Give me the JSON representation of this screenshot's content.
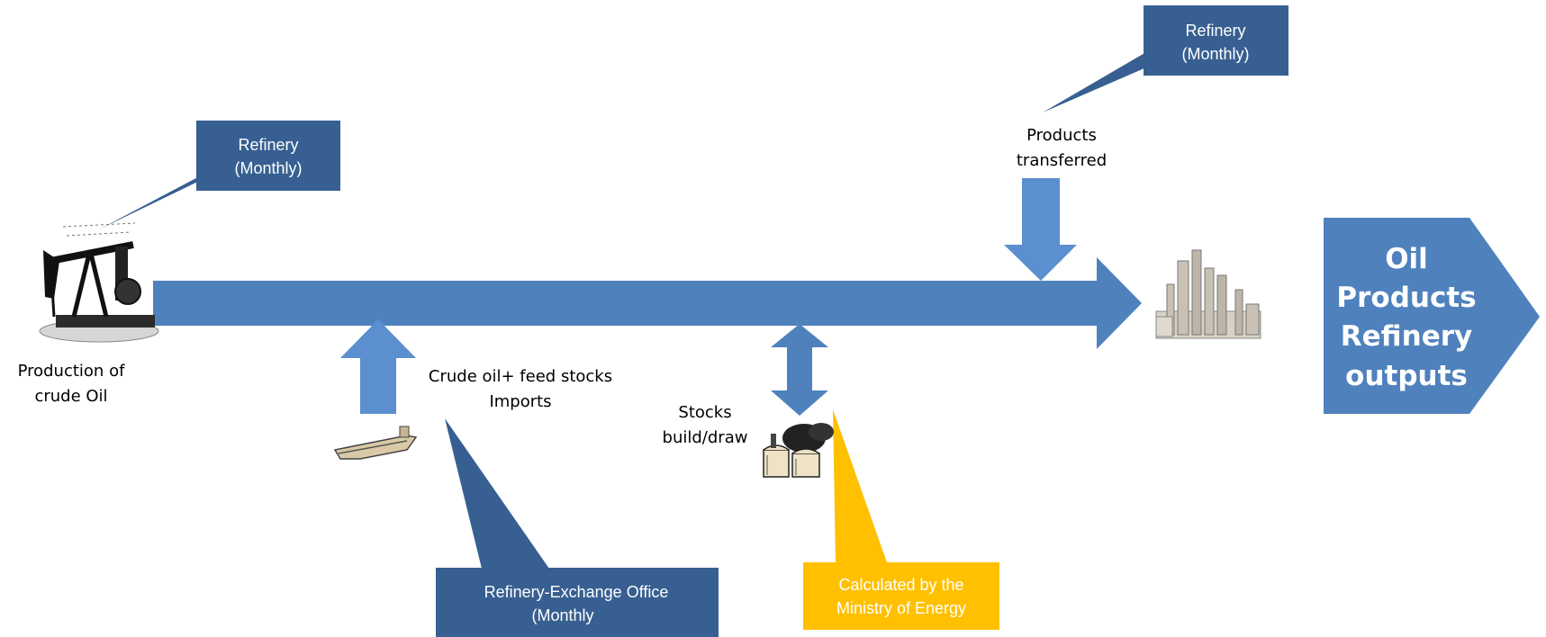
{
  "colors": {
    "flow_blue": "#4F81BD",
    "arrow_light_blue": "#5B8FD0",
    "callout_dark_blue": "#375F91",
    "callout_gold": "#FFC000",
    "text_white": "#FFFFFF",
    "text_black": "#000000"
  },
  "icons": {
    "oil_pump": "oil-pump-jack-icon",
    "ship": "tanker-ship-icon",
    "storage": "storage-tanks-icon",
    "refinery": "refinery-towers-icon"
  },
  "callouts": {
    "production": {
      "line1": "Refinery",
      "line2": "(Monthly)"
    },
    "products": {
      "line1": "Refinery",
      "line2": "(Monthly)"
    },
    "imports": {
      "line1": "Refinery-Exchange Office",
      "line2": "(Monthly"
    },
    "stocks": {
      "line1": "Calculated by the",
      "line2": "Ministry of Energy"
    }
  },
  "labels": {
    "production": {
      "line1": "Production of",
      "line2": "crude Oil"
    },
    "imports": {
      "line1": "Crude oil+ feed stocks",
      "line2": "Imports"
    },
    "stocks": {
      "line1": "Stocks",
      "line2": "build/draw"
    },
    "products": {
      "line1": "Products",
      "line2": "transferred"
    }
  },
  "output": {
    "line1": "Oil",
    "line2": "Products",
    "line3": "Refinery",
    "line4": "outputs"
  }
}
